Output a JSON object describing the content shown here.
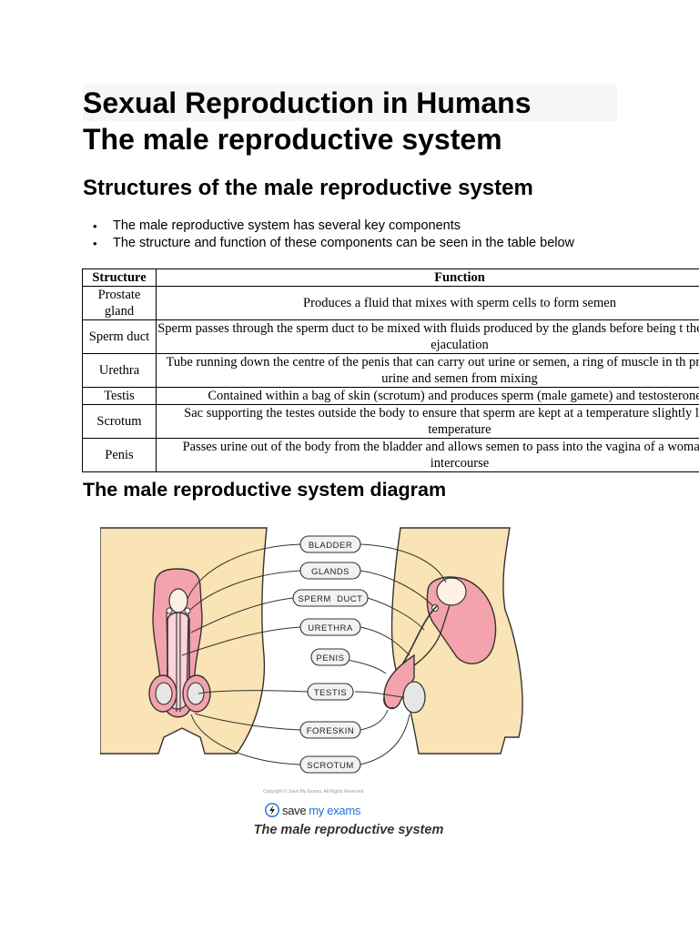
{
  "header": {
    "title_line1": "Sexual Reproduction in Humans",
    "title_line2": "The male reproductive system"
  },
  "section": {
    "heading": "Structures of the male reproductive system",
    "bullets": [
      "The male reproductive system has several key components",
      "The structure and function of these components can be seen in the table below"
    ]
  },
  "table": {
    "headers": [
      "Structure",
      "Function"
    ],
    "rows": [
      {
        "structure": "Prostate gland",
        "function": "Produces a fluid that mixes with sperm cells to form semen"
      },
      {
        "structure": "Sperm duct",
        "function": "Sperm passes through the sperm duct to be mixed with fluids produced by the glands before being t the urethra for ejaculation"
      },
      {
        "structure": "Urethra",
        "function": "Tube running down the centre of the penis that can carry out urine or semen, a ring of muscle in th prevents the urine and semen from mixing"
      },
      {
        "structure": "Testis",
        "function": "Contained within a bag of skin (scrotum) and produces sperm (male gamete) and testosterone h"
      },
      {
        "structure": "Scrotum",
        "function": "Sac supporting the testes outside the body to ensure that sperm are kept at a temperature slightly lo body temperature"
      },
      {
        "structure": "Penis",
        "function": "Passes urine out of the body from the bladder and allows semen to pass into the vagina of a woma sexual intercourse"
      }
    ]
  },
  "diagram": {
    "heading": "The male reproductive system diagram",
    "labels": [
      "BLADDER",
      "GLANDS",
      "SPERM  DUCT",
      "URETHRA",
      "PENIS",
      "TESTIS",
      "FORESKIN",
      "SCROTUM"
    ],
    "copyright": "Copyright © Save My Exams. All Rights Reserved",
    "logo_part1": "save",
    "logo_part2": "my exams",
    "caption": "The male reproductive system",
    "colors": {
      "skin": "#fae3b4",
      "organ_pink": "#f4a3ad",
      "organ_inner": "#fbd3d8",
      "outline": "#333333",
      "label_fill": "#f2f2f2",
      "logo_blue": "#1d6fd6"
    }
  }
}
